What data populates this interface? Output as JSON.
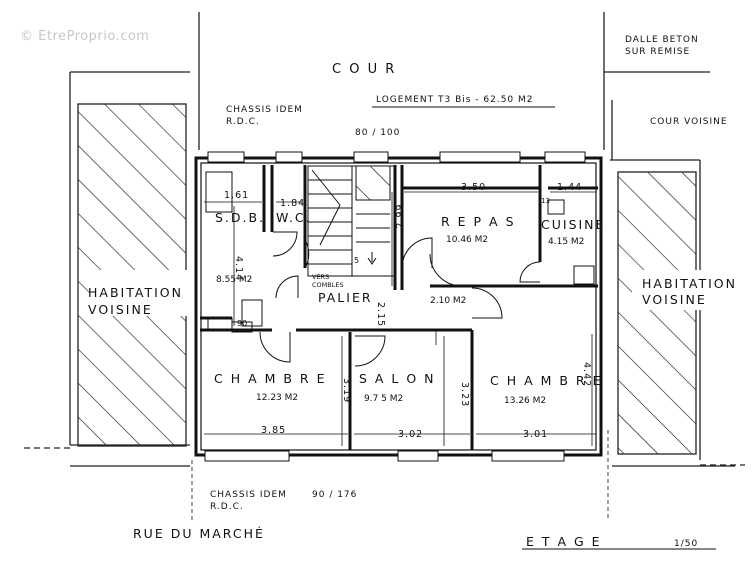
{
  "watermark": "© EtreProprio.com",
  "outside": {
    "cour": "C O U R",
    "dalle_line1": "DALLE  BETON",
    "dalle_line2": "SUR  REMISE",
    "cour_voisine": "COUR  VOISINE",
    "habitation_left_line1": "HABITATION",
    "habitation_left_line2": "VOISINE",
    "habitation_right_line1": "HABITATION",
    "habitation_right_line2": "VOISINE",
    "rue": "RUE  DU  MARCHÉ"
  },
  "annotations": {
    "chassis_top_line1": "CHASSIS  IDEM",
    "chassis_top_line2": "R.D.C.",
    "logement": "LOGEMENT  T3 Bis  -  62.50  M2",
    "window_top": "80 / 100",
    "chassis_bottom_line1": "CHASSIS  IDEM",
    "chassis_bottom_line2": "R.D.C.",
    "window_bottom": "90 / 176",
    "etage": "E T A G E",
    "scale": "1/50"
  },
  "rooms": {
    "sdb": {
      "name": "S.D.B.",
      "area": "8.55 M2"
    },
    "wc": {
      "name": "W.C."
    },
    "repas": {
      "name": "R E P A S",
      "area": "10.46  M2"
    },
    "cuisine": {
      "name": "CUISINE",
      "area": "4.15 M2"
    },
    "palier": {
      "name": "PALIER",
      "area": "2.10  M2",
      "vers_line1": "VERS",
      "vers_line2": "COMBLES"
    },
    "chambre1": {
      "name": "C H A M B R E",
      "area": "12.23  M2"
    },
    "salon": {
      "name": "S A L O N",
      "area": "9.7 5  M2"
    },
    "chambre2": {
      "name": "C H A M B R E",
      "area": "13.26  M2"
    }
  },
  "dimensions": {
    "sdb_width": "1.61",
    "wc_width": "1.84",
    "sdb_height": "4.14",
    "repas_width": "3.50",
    "cuisine_width": "1.44",
    "repas_height": "2.99",
    "cuisine_tag": "13",
    "stair_width": "2.15",
    "stair_mark": "5",
    "wall_note": "90",
    "chambre1_height": "3.19",
    "salon_height": "3.23",
    "chambre2_height": "4.42",
    "chambre1_width": "3.85",
    "salon_width": "3.02",
    "chambre2_width": "3.01"
  }
}
